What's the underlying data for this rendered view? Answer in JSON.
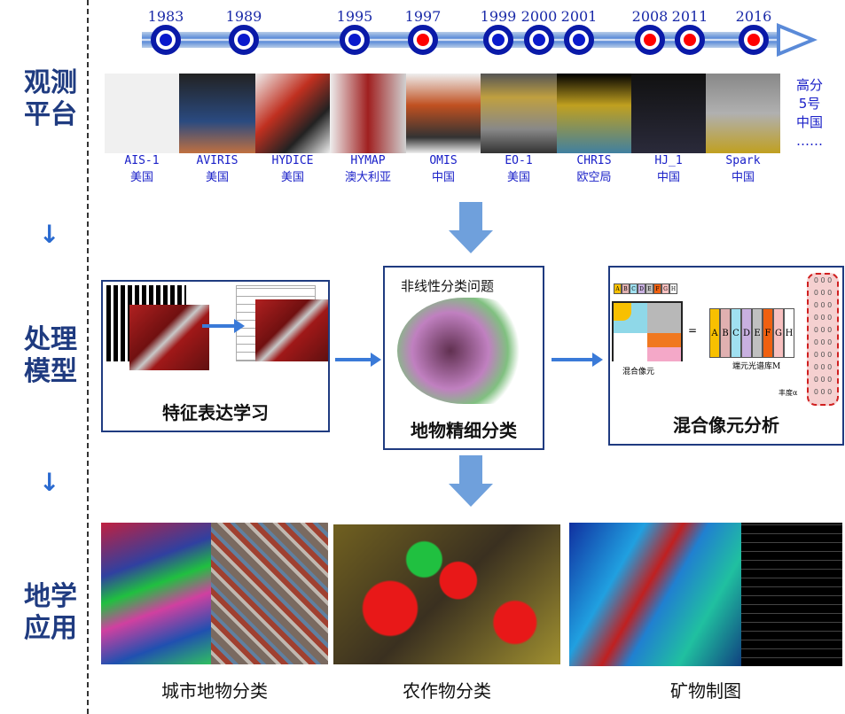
{
  "sections": {
    "platform": "观测平台",
    "model": "处理模型",
    "application": "地学应用"
  },
  "flow_arrow": "↓",
  "timeline": {
    "nodes": [
      {
        "year": "1983",
        "color": "#0a1acc"
      },
      {
        "year": "1989",
        "color": "#0a1acc"
      },
      {
        "year": "1995",
        "color": "#0a1acc"
      },
      {
        "year": "1997",
        "color": "#ff0000"
      },
      {
        "year": "1999",
        "color": "#0a1acc"
      },
      {
        "year": "2000",
        "color": "#0a1acc"
      },
      {
        "year": "2001",
        "color": "#0a1acc"
      },
      {
        "year": "2008",
        "color": "#ff0000"
      },
      {
        "year": "2011",
        "color": "#ff0000"
      },
      {
        "year": "2016",
        "color": "#ff0000"
      }
    ]
  },
  "platforms": [
    {
      "name": "AIS-1",
      "country": "美国"
    },
    {
      "name": "AVIRIS",
      "country": "美国"
    },
    {
      "name": "HYDICE",
      "country": "美国"
    },
    {
      "name": "HYMAP",
      "country": "澳大利亚"
    },
    {
      "name": "OMIS",
      "country": "中国"
    },
    {
      "name": "EO-1",
      "country": "美国"
    },
    {
      "name": "CHRIS",
      "country": "欧空局"
    },
    {
      "name": "HJ_1",
      "country": "中国"
    },
    {
      "name": "Spark",
      "country": "中国"
    }
  ],
  "future": {
    "line1": "高分",
    "line2": "5号",
    "line3": "中国",
    "line4": "……"
  },
  "models": {
    "feature": "特征表达学习",
    "classification": "地物精细分类",
    "classification_inner": "非线性分类问题",
    "unmixing": "混合像元分析",
    "unmix_labels": {
      "mixed": "混合像元",
      "library": "端元光谱库M",
      "abundance": "丰度α",
      "endmembers": [
        "A",
        "B",
        "C",
        "D",
        "E",
        "F",
        "G",
        "H"
      ],
      "eq": "="
    }
  },
  "applications": {
    "urban": "城市地物分类",
    "crop": "农作物分类",
    "mineral": "矿物制图"
  }
}
